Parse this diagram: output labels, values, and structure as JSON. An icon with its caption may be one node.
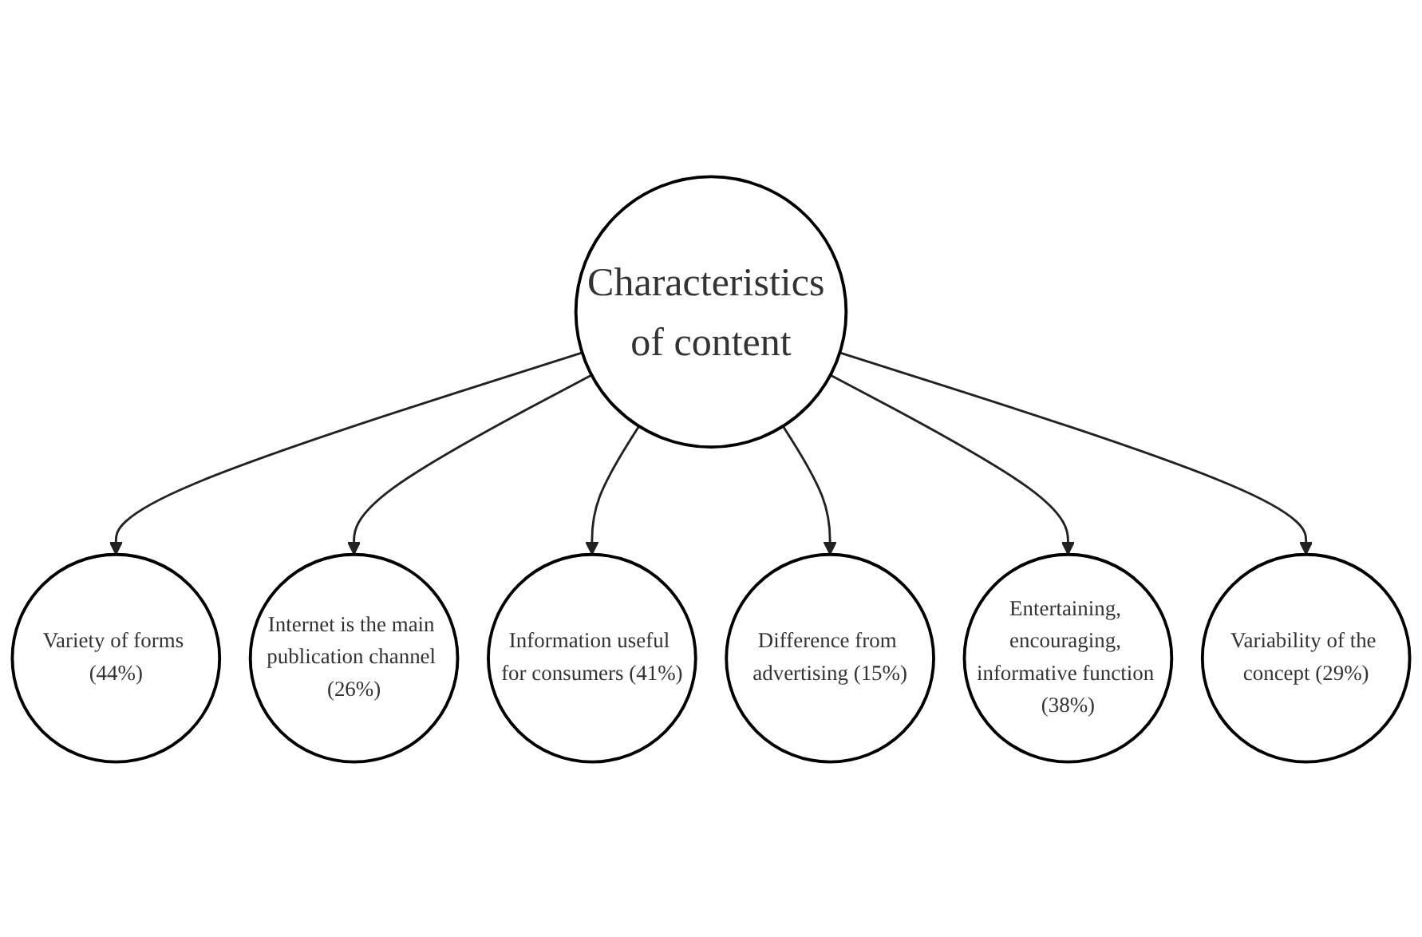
{
  "diagram": {
    "nodes": [
      {
        "text": [
          "Characteristics of content"
        ]
      },
      {
        "text": [
          "Variety of forms (44%)"
        ]
      },
      {
        "text": [
          "Internet is the main publication channel (26%)"
        ]
      },
      {
        "text": [
          "Information useful for consumers (41%)"
        ]
      },
      {
        "text": [
          "Difference from advertising (15%)"
        ]
      },
      {
        "text": [
          "Entertaining, encouraging, informative function (38%)"
        ]
      },
      {
        "text": [
          "Variability of the concept (29%)"
        ]
      }
    ],
    "edges": [
      {
        "from": 0,
        "to": 1,
        "arrow": "to"
      },
      {
        "from": 0,
        "to": 2,
        "arrow": "to"
      },
      {
        "from": 0,
        "to": 3,
        "arrow": "to"
      },
      {
        "from": 0,
        "to": 4,
        "arrow": "to"
      },
      {
        "from": 0,
        "to": 5,
        "arrow": "to"
      },
      {
        "from": 0,
        "to": 6,
        "arrow": "to"
      }
    ]
  }
}
